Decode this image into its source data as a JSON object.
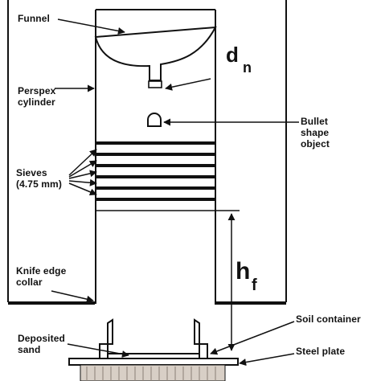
{
  "labels": {
    "funnel": "Funnel",
    "perspex_cylinder": "Perspex\ncylinder",
    "bullet_object": "Bullet\nshape\nobject",
    "sieves": "Sieves\n(4.75 mm)",
    "knife_edge_collar": "Knife edge\ncollar",
    "deposited_sand": "Deposited\nsand",
    "soil_container": "Soil container",
    "steel_plate": "Steel plate"
  },
  "symbols": {
    "nozzle_diameter_main": "d",
    "nozzle_diameter_sub": "n",
    "fall_height_main": "h",
    "fall_height_sub": "f"
  },
  "colors": {
    "ink": "#111111",
    "background": "#ffffff"
  }
}
